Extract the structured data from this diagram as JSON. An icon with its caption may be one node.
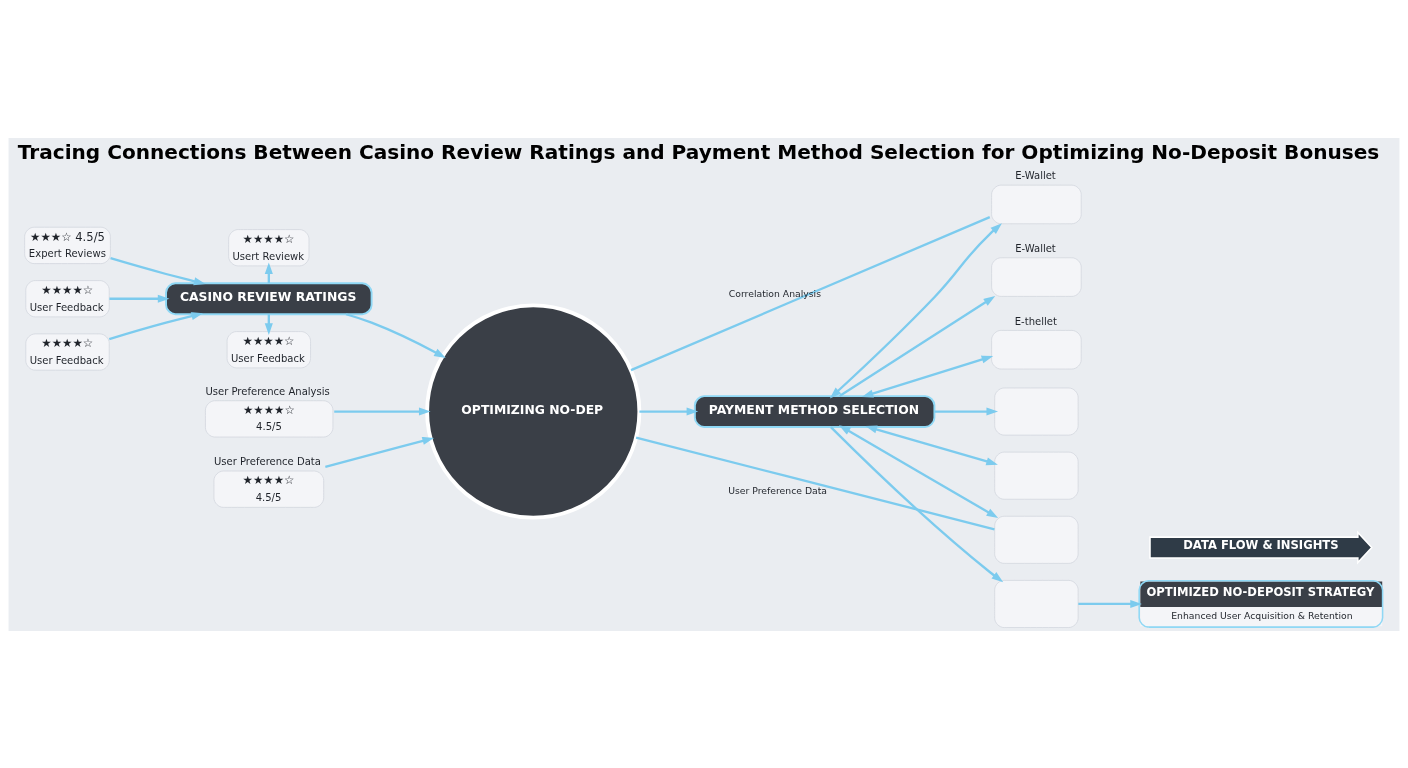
{
  "diagram": {
    "title": "Tracing Connections Between Casino Review Ratings and Payment Method Selection for Optimizing No-Deposit Bonuses",
    "nodes": [
      {
        "text": [
          "★★★☆ 4.5/5",
          "Expert Reviews"
        ]
      },
      {
        "text": [
          "★★★★☆",
          "User Feedback"
        ]
      },
      {
        "text": [
          "★★★★☆",
          "User Feedback"
        ]
      },
      {
        "text": [
          "★★★★☆",
          "Usert Reviewk"
        ]
      },
      {
        "text": [
          "CASINO REVIEW RATINGS"
        ]
      },
      {
        "text": [
          "★★★★☆",
          "User Feedback"
        ]
      },
      {
        "text": [
          "User Preference Analysis",
          "★★★★☆",
          "4.5/5"
        ]
      },
      {
        "text": [
          "User Preference Data",
          "★★★★☆",
          "4.5/5"
        ]
      },
      {
        "text": [
          "OPTIMIZING NO-DEP"
        ]
      },
      {
        "text": [
          "PAYMENT METHOD SELECTION"
        ]
      },
      {
        "text": [
          "E-Wallet"
        ]
      },
      {
        "text": [
          "E-Wallet"
        ]
      },
      {
        "text": [
          "E-thellet"
        ]
      },
      {
        "text": [],
        "shape": "box"
      },
      {
        "text": [],
        "shape": "box"
      },
      {
        "text": [],
        "shape": "box"
      },
      {
        "text": [],
        "shape": "box"
      },
      {
        "text": [
          "OPTIMIZED NO-DEPOSIT STRATEGY",
          "Enhanced User Acquisition & Retention"
        ]
      },
      {
        "text": [
          "DATA FLOW & INSIGHTS"
        ]
      }
    ],
    "edges": [
      {
        "from": 0,
        "to": 4,
        "arrow": "to"
      },
      {
        "from": 1,
        "to": 4,
        "arrow": "to"
      },
      {
        "from": 2,
        "to": 4,
        "arrow": "to"
      },
      {
        "from": 4,
        "to": 3,
        "arrow": "to"
      },
      {
        "from": 4,
        "to": 5,
        "arrow": "to"
      },
      {
        "from": 4,
        "to": 8,
        "arrow": "to"
      },
      {
        "from": 6,
        "to": 8,
        "arrow": "to"
      },
      {
        "from": 7,
        "to": 8,
        "arrow": "to"
      },
      {
        "from": 8,
        "to": 10,
        "arrow": "none",
        "label": "Correlation Analysis"
      },
      {
        "from": 8,
        "to": 9,
        "arrow": "to"
      },
      {
        "from": 8,
        "to": 15,
        "arrow": "none",
        "label": "User Preference Data"
      },
      {
        "from": 9,
        "to": 10,
        "arrow": "both"
      },
      {
        "from": 9,
        "to": 11,
        "arrow": "to"
      },
      {
        "from": 9,
        "to": 12,
        "arrow": "both"
      },
      {
        "from": 9,
        "to": 13,
        "arrow": "to"
      },
      {
        "from": 9,
        "to": 14,
        "arrow": "both"
      },
      {
        "from": 9,
        "to": 15,
        "arrow": "both"
      },
      {
        "from": 9,
        "to": 16,
        "arrow": "to"
      },
      {
        "from": 16,
        "to": 17,
        "arrow": "to"
      }
    ]
  }
}
